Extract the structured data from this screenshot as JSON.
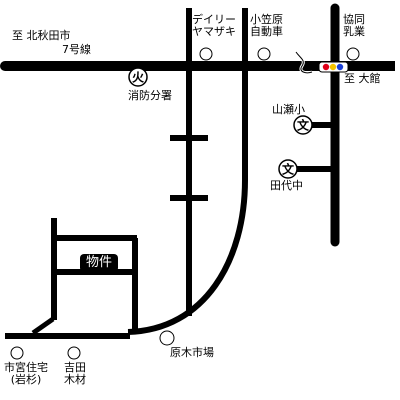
{
  "map": {
    "property": "物件",
    "labels": {
      "to_kitaakita": "至 北秋田市",
      "route7": "7号線",
      "to_odate": "至 大館",
      "fire_station": "消防分署",
      "daily_line1": "デイリー",
      "daily_line2": "ヤマザキ",
      "ogasawara_line1": "小笠原",
      "ogasawara_line2": "自動車",
      "kyodo_line1": "協同",
      "kyodo_line2": "乳業",
      "yamase_school": "山瀬小",
      "tashiro_school": "田代中",
      "haragi_market": "原木市場",
      "ichimiya_line1": "市宮住宅",
      "ichimiya_line2": "(岩杉)",
      "yoshida_line1": "吉田",
      "yoshida_line2": "木材"
    },
    "symbols": {
      "fire": "火",
      "school": "文"
    },
    "icons": [
      "fire-station-icon",
      "school-icon",
      "traffic-light-icon",
      "landmark-circle-icon"
    ],
    "colors": {
      "road": "#000000",
      "background": "#ffffff",
      "signal_red": "#e0001a",
      "signal_yellow": "#f5c400",
      "signal_blue": "#1a3fd6"
    }
  }
}
